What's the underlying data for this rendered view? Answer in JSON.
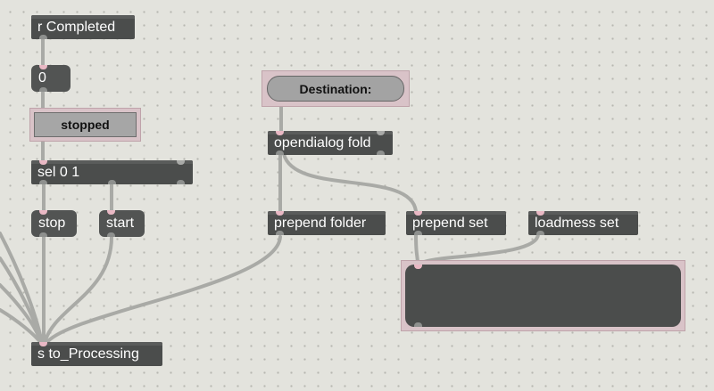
{
  "objects": {
    "receive": "r Completed",
    "select": "sel 0 1",
    "opendialog": "opendialog fold",
    "prepend_folder": "prepend folder",
    "prepend_set": "prepend set",
    "loadmess": "loadmess set",
    "send": "s to_Processing"
  },
  "messages": {
    "zero": "0",
    "stop": "stop",
    "start": "start"
  },
  "buttons": {
    "stopped": "stopped",
    "destination": "Destination:"
  },
  "display": {
    "text": ""
  },
  "colors": {
    "canvas": "#e3e3dd",
    "object_box": "#4b4d4c",
    "patch_cord": "#a9aaa6",
    "selection_frame": "#d9c3c8"
  }
}
